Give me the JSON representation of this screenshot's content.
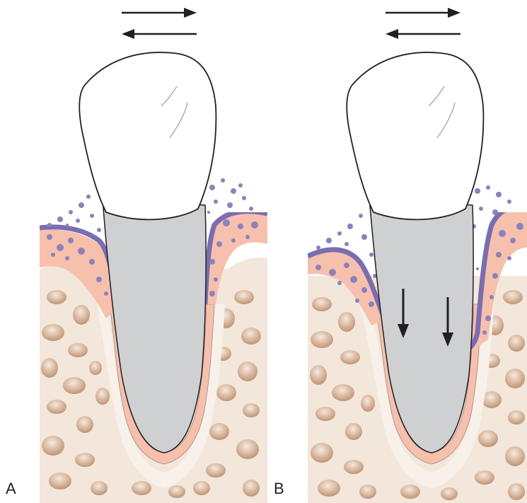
{
  "figure": {
    "panels": [
      {
        "id": "A",
        "label": "A",
        "arrows": [
          "right-arrow",
          "left-arrow"
        ]
      },
      {
        "id": "B",
        "label": "B",
        "arrows": [
          "right-arrow",
          "left-arrow",
          "down-arrow",
          "down-arrow"
        ]
      }
    ]
  },
  "colors": {
    "crown": "#ffffff",
    "root": "#cfd0d2",
    "bone": "#f3e6da",
    "marrow": "#c9a387",
    "ligament": "#f6c0ad",
    "gingiva_dark": "#7a6db0",
    "dots": "#8b82bd",
    "outline": "#231f20"
  }
}
